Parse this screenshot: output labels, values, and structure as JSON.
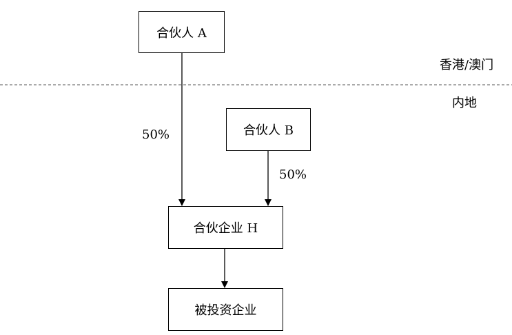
{
  "nodes": {
    "partner_a": "合伙人 A",
    "partner_b": "合伙人 B",
    "partnership_h": "合伙企业 H",
    "invested_enterprise": "被投资企业"
  },
  "regions": {
    "upper": "香港/澳门",
    "lower": "内地"
  },
  "edges": {
    "a_to_h": "50%",
    "b_to_h": "50%"
  }
}
